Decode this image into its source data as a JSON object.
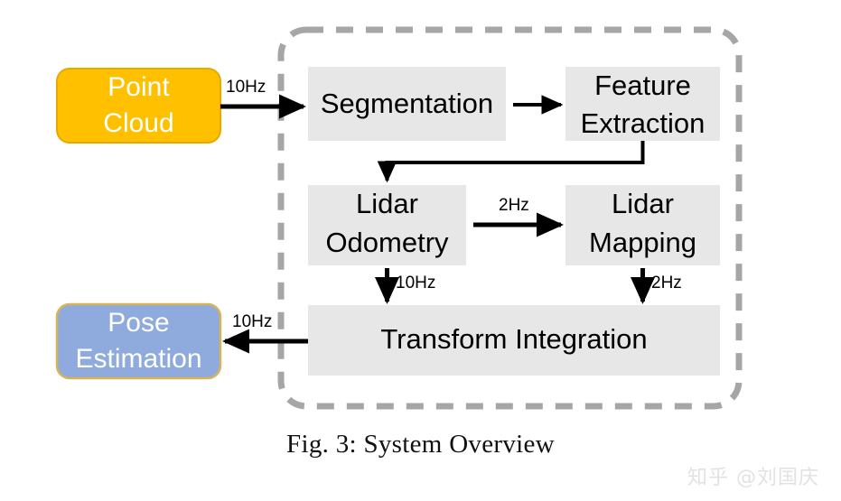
{
  "figure": {
    "caption": "Fig. 3: System Overview",
    "watermark": "知乎 @刘国庆"
  },
  "colors": {
    "input_box_fill": "#FFC000",
    "input_box_stroke": "#E8A800",
    "output_box_fill": "#8FAADC",
    "output_box_stroke": "#D6B45A",
    "process_box_fill": "#E7E7E7",
    "container_stroke": "#A6A6A6",
    "arrow": "#000000",
    "box_text_light": "#FFFFFF",
    "box_text_dark": "#000000"
  },
  "io_nodes": [
    {
      "id": "point-cloud",
      "line1": "Point",
      "line2": "Cloud",
      "role": "input"
    },
    {
      "id": "pose-estimation",
      "line1": "Pose",
      "line2": "Estimation",
      "role": "output"
    }
  ],
  "process_nodes": [
    {
      "id": "segmentation",
      "line1": "Segmentation",
      "line2": ""
    },
    {
      "id": "feature-extraction",
      "line1": "Feature",
      "line2": "Extraction"
    },
    {
      "id": "lidar-odometry",
      "line1": "Lidar",
      "line2": "Odometry"
    },
    {
      "id": "lidar-mapping",
      "line1": "Lidar",
      "line2": "Mapping"
    },
    {
      "id": "transform-integration",
      "line1": "Transform Integration",
      "line2": ""
    }
  ],
  "edge_labels": {
    "point_cloud_to_segmentation": "10Hz",
    "odometry_to_mapping": "2Hz",
    "odometry_to_transform": "10Hz",
    "mapping_to_transform": "2Hz",
    "transform_to_pose": "10Hz"
  }
}
